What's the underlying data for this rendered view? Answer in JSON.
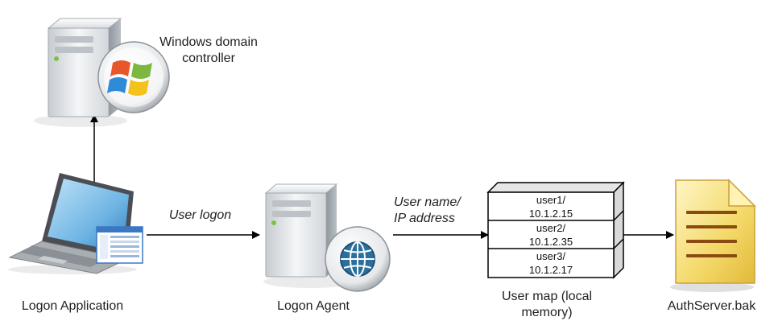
{
  "nodes": {
    "domain_controller": {
      "label_line1": "Windows domain",
      "label_line2": "controller"
    },
    "logon_application": {
      "label": "Logon Application"
    },
    "logon_agent": {
      "label": "Logon Agent"
    },
    "user_map": {
      "label_line1": "User map (local",
      "label_line2": "memory)"
    },
    "backup_file": {
      "label": "AuthServer.bak"
    }
  },
  "edges": {
    "user_logon": {
      "label": "User logon"
    },
    "user_name_ip": {
      "label_line1": "User name/",
      "label_line2": "IP address"
    }
  },
  "user_map_entries": [
    {
      "user": "user1/",
      "ip": "10.1.2.15"
    },
    {
      "user": "user2/",
      "ip": "10.1.2.35"
    },
    {
      "user": "user3/",
      "ip": "10.1.2.17"
    }
  ],
  "colors": {
    "arrow": "#000000",
    "server_body": "#e9ecef",
    "windows_red": "#e8572a",
    "windows_green": "#7cb83f",
    "windows_blue": "#2f8ad8",
    "windows_yellow": "#f4c21c",
    "globe_blue": "#2a6f9e",
    "document_yellow": "#f2d35a",
    "document_lines": "#8b4a12"
  }
}
